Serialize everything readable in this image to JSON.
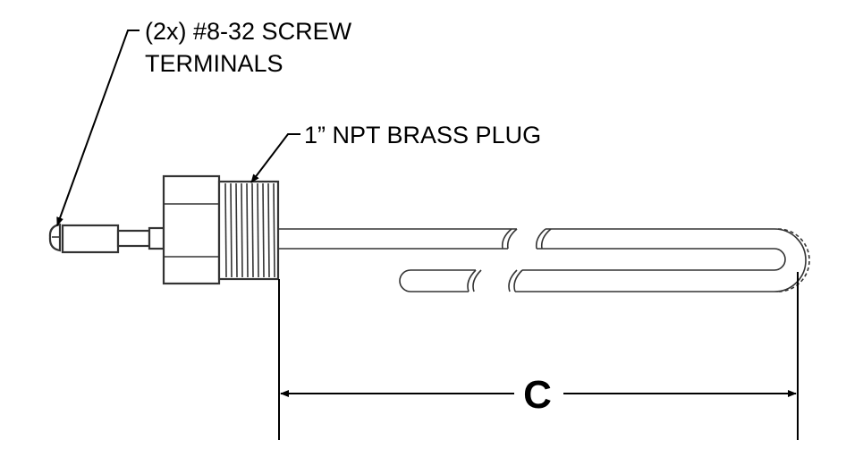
{
  "callouts": {
    "terminals_line1": "(2x) #8-32 SCREW",
    "terminals_line2": "TERMINALS",
    "plug": "1” NPT BRASS PLUG"
  },
  "dimension": {
    "label": "C"
  }
}
